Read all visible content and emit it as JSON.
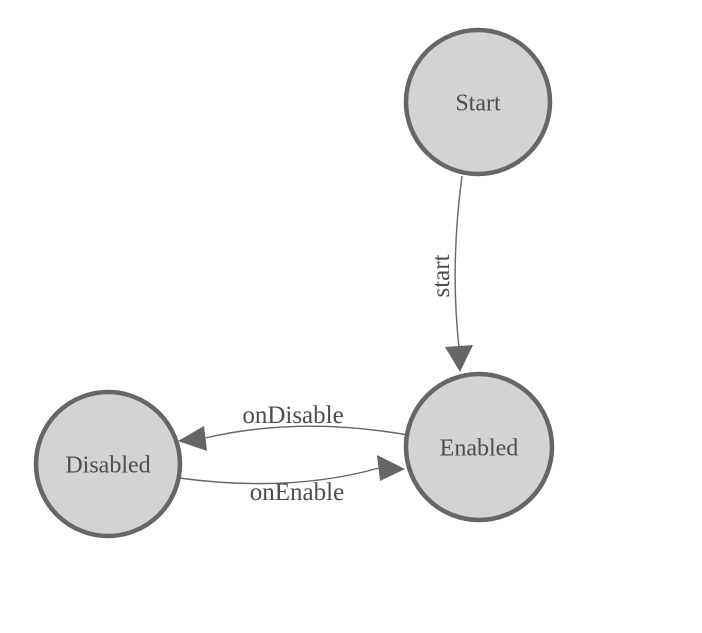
{
  "colors": {
    "background": "#ffffff",
    "node_fill": "#d3d3d3",
    "node_stroke": "#666666",
    "edge_stroke": "#666666",
    "arrow_fill": "#666666",
    "label_text": "#4d4d4d"
  },
  "diagram": {
    "type": "state-machine",
    "nodes": [
      {
        "id": "start",
        "label": "Start"
      },
      {
        "id": "enabled",
        "label": "Enabled"
      },
      {
        "id": "disabled",
        "label": "Disabled"
      }
    ],
    "edges": [
      {
        "id": "start-to-enabled",
        "from": "Start",
        "to": "Enabled",
        "label": "start"
      },
      {
        "id": "enabled-to-disabled",
        "from": "Enabled",
        "to": "Disabled",
        "label": "onDisable"
      },
      {
        "id": "disabled-to-enabled",
        "from": "Disabled",
        "to": "Enabled",
        "label": "onEnable"
      }
    ]
  }
}
